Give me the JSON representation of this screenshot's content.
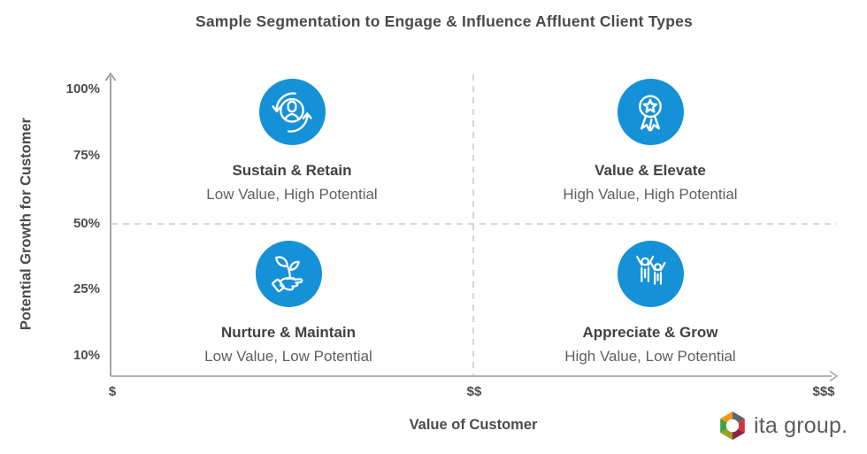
{
  "title": "Sample Segmentation to Engage & Influence Affluent Client Types",
  "axes": {
    "y": {
      "label": "Potential Growth for Customer",
      "ticks": [
        "100%",
        "75%",
        "50%",
        "25%",
        "10%"
      ]
    },
    "x": {
      "label": "Value of Customer",
      "ticks": [
        "$",
        "$$",
        "$$$"
      ]
    }
  },
  "quadrants": [
    {
      "position": "top-left",
      "icon": "person-refresh-icon",
      "title": "Sustain & Retain",
      "subtitle": "Low Value, High Potential"
    },
    {
      "position": "top-right",
      "icon": "award-ribbon-icon",
      "title": "Value & Elevate",
      "subtitle": "High Value, High Potential"
    },
    {
      "position": "bottom-left",
      "icon": "hand-sprout-icon",
      "title": "Nurture & Maintain",
      "subtitle": "Low Value, Low Potential"
    },
    {
      "position": "bottom-right",
      "icon": "celebrating-people-icon",
      "title": "Appreciate & Grow",
      "subtitle": "High Value, Low Potential"
    }
  ],
  "crosshair": {
    "y_value": "50%",
    "x_value": "$$"
  },
  "logo": {
    "text": "ita group."
  },
  "colors": {
    "accent_blue": "#1591d8",
    "icon_stroke": "#ffffff",
    "axis_gray": "#9b9b9d",
    "dashed_gray": "#cccccc",
    "title_gray": "#4b4b4d",
    "subtitle_gray": "#5e5f61",
    "logo_text_gray": "#5a5c5e",
    "logo_segments": [
      "#f7941d",
      "#5b6670",
      "#ce3741",
      "#8e2344",
      "#98a21d",
      "#3fa13c"
    ]
  }
}
